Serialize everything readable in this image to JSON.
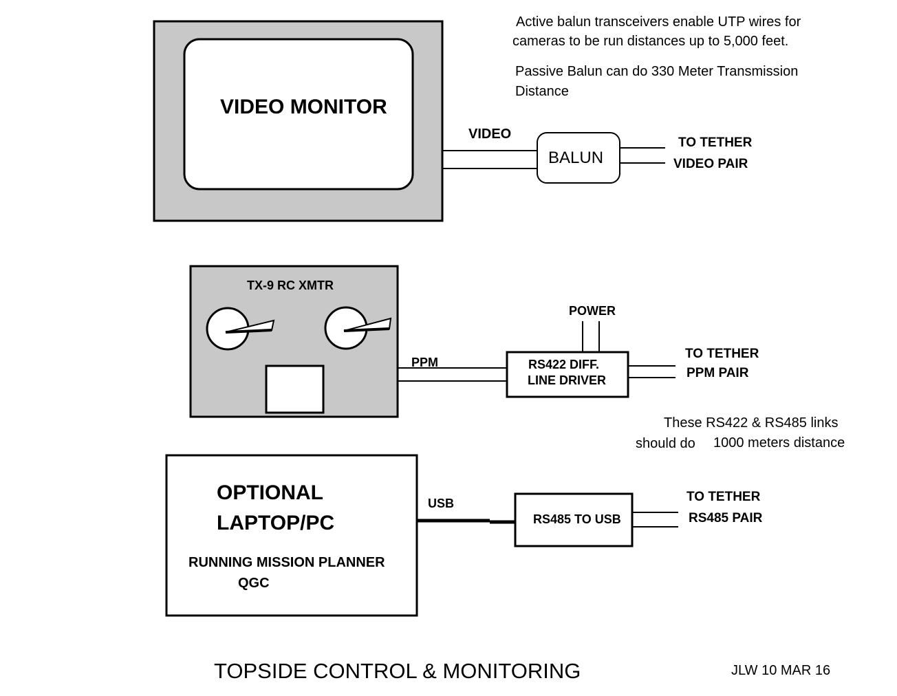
{
  "video_monitor": {
    "label": "VIDEO MONITOR"
  },
  "video_link": {
    "label": "VIDEO"
  },
  "balun": {
    "label": "BALUN"
  },
  "video_tether": {
    "line1": "TO TETHER",
    "line2": "VIDEO PAIR"
  },
  "notes": {
    "active_balun_1": "Active balun transceivers enable UTP wires for",
    "active_balun_2": "cameras to be run distances up to 5,000 feet.",
    "passive_balun_1": "Passive Balun can do 330 Meter Transmission",
    "passive_balun_2": "Distance",
    "rs_links_1": "These RS422 & RS485 links",
    "rs_links_2a": "should  do",
    "rs_links_2b": "1000 meters distance"
  },
  "transmitter": {
    "label": "TX-9 RC XMTR"
  },
  "ppm_link": {
    "label": "PPM"
  },
  "power": {
    "label": "POWER"
  },
  "line_driver": {
    "line1": "RS422 DIFF.",
    "line2": "LINE DRIVER"
  },
  "ppm_tether": {
    "line1": "TO TETHER",
    "line2": "PPM PAIR"
  },
  "laptop": {
    "line1": "OPTIONAL",
    "line2": "LAPTOP/PC",
    "line3": "RUNNING MISSION PLANNER",
    "line4": "QGC"
  },
  "usb_link": {
    "label": "USB"
  },
  "rs485_converter": {
    "label": "RS485 TO USB"
  },
  "rs485_tether": {
    "line1": "TO TETHER",
    "line2": "RS485 PAIR"
  },
  "title": "TOPSIDE CONTROL & MONITORING",
  "author_date": "JLW 10 MAR 16",
  "colors": {
    "panel_gray": "#c8c8c8",
    "line": "#000000",
    "background": "#ffffff"
  }
}
